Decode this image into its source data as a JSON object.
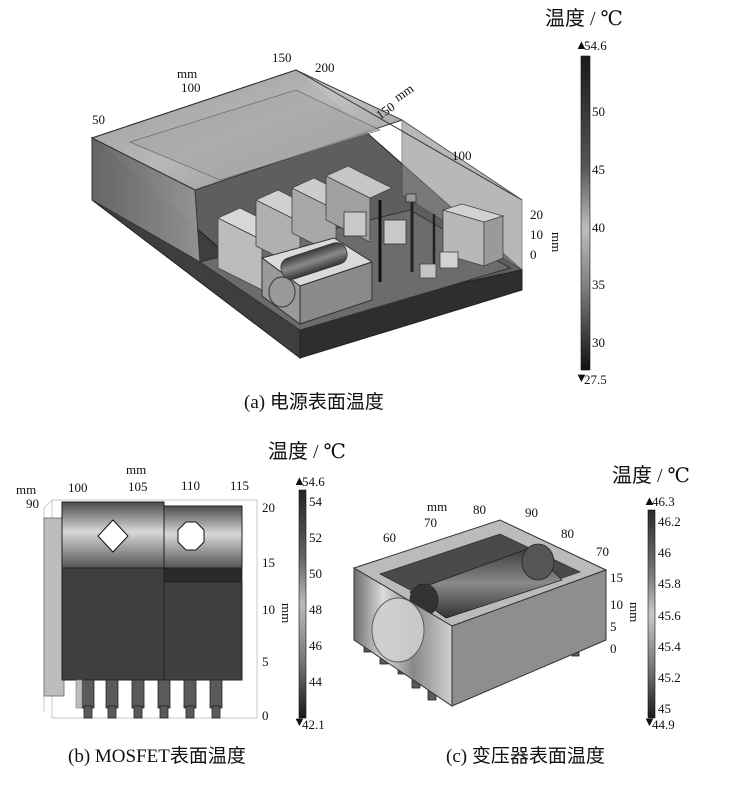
{
  "panel_a": {
    "caption": "(a)  电源表面温度",
    "colorbar": {
      "title": "温度 / ℃",
      "max_label": "54.6",
      "min_label": "27.5",
      "ticks": [
        "50",
        "45",
        "40",
        "35",
        "30"
      ]
    },
    "axis_x_ticks": [
      "50",
      "100",
      "150",
      "200"
    ],
    "axis_x_unit": "mm",
    "axis_y_ticks": [
      "150",
      "100"
    ],
    "axis_y_unit": "mm",
    "axis_z_ticks": [
      "20",
      "10",
      "0"
    ],
    "axis_z_unit": "mm"
  },
  "panel_b": {
    "caption": "(b)  MOSFET表面温度",
    "colorbar": {
      "title": "温度 / ℃",
      "max_label": "54.6",
      "min_label": "42.1",
      "ticks": [
        "54",
        "52",
        "50",
        "48",
        "46",
        "44"
      ]
    },
    "axis_x_ticks": [
      "90",
      "100",
      "105",
      "110",
      "115"
    ],
    "axis_x_unit": "mm",
    "axis_x_unit_left": "mm",
    "axis_z_ticks": [
      "20",
      "15",
      "10",
      "5",
      "0"
    ],
    "axis_z_unit": "mm"
  },
  "panel_c": {
    "caption": "(c)  变压器表面温度",
    "colorbar": {
      "title": "温度 / ℃",
      "max_label": "46.3",
      "min_label": "44.9",
      "ticks": [
        "46.2",
        "46",
        "45.8",
        "45.6",
        "45.4",
        "45.2",
        "45"
      ]
    },
    "axis_x_ticks": [
      "60",
      "70",
      "80"
    ],
    "axis_x_unit": "mm",
    "axis_y_ticks": [
      "90",
      "80",
      "70"
    ],
    "axis_z_ticks": [
      "15",
      "10",
      "5",
      "0"
    ],
    "axis_z_unit": "mm"
  }
}
